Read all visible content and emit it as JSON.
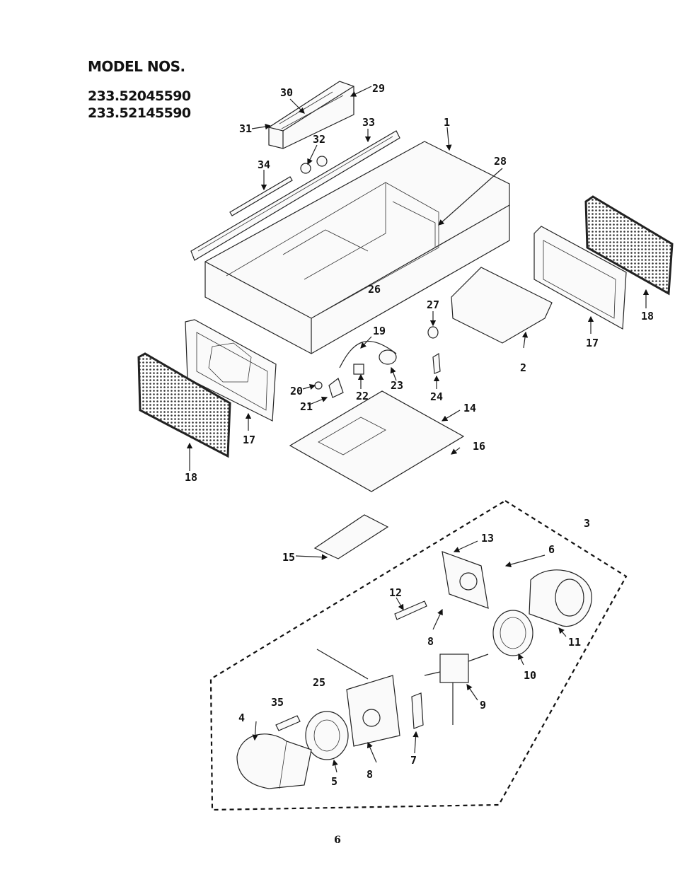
{
  "header": {
    "title": "MODEL NOS.",
    "models": [
      "233.52045590",
      "233.52145590"
    ]
  },
  "callouts": [
    {
      "id": "c1",
      "text": "1"
    },
    {
      "id": "c2",
      "text": "2"
    },
    {
      "id": "c3",
      "text": "3"
    },
    {
      "id": "c4",
      "text": "4"
    },
    {
      "id": "c5",
      "text": "5"
    },
    {
      "id": "c6",
      "text": "6"
    },
    {
      "id": "c7",
      "text": "7"
    },
    {
      "id": "c8a",
      "text": "8"
    },
    {
      "id": "c8b",
      "text": "8"
    },
    {
      "id": "c9",
      "text": "9"
    },
    {
      "id": "c10",
      "text": "10"
    },
    {
      "id": "c11",
      "text": "11"
    },
    {
      "id": "c12",
      "text": "12"
    },
    {
      "id": "c13",
      "text": "13"
    },
    {
      "id": "c14",
      "text": "14"
    },
    {
      "id": "c15",
      "text": "15"
    },
    {
      "id": "c16",
      "text": "16"
    },
    {
      "id": "c17a",
      "text": "17"
    },
    {
      "id": "c17b",
      "text": "17"
    },
    {
      "id": "c18a",
      "text": "18"
    },
    {
      "id": "c18b",
      "text": "18"
    },
    {
      "id": "c19",
      "text": "19"
    },
    {
      "id": "c20",
      "text": "20"
    },
    {
      "id": "c21",
      "text": "21"
    },
    {
      "id": "c22",
      "text": "22"
    },
    {
      "id": "c23",
      "text": "23"
    },
    {
      "id": "c24",
      "text": "24"
    },
    {
      "id": "c25",
      "text": "25"
    },
    {
      "id": "c26",
      "text": "26"
    },
    {
      "id": "c27",
      "text": "27"
    },
    {
      "id": "c28",
      "text": "28"
    },
    {
      "id": "c29",
      "text": "29"
    },
    {
      "id": "c30",
      "text": "30"
    },
    {
      "id": "c31",
      "text": "31"
    },
    {
      "id": "c32",
      "text": "32"
    },
    {
      "id": "c33",
      "text": "33"
    },
    {
      "id": "c34",
      "text": "34"
    },
    {
      "id": "c35",
      "text": "35"
    }
  ],
  "page_number": "6"
}
